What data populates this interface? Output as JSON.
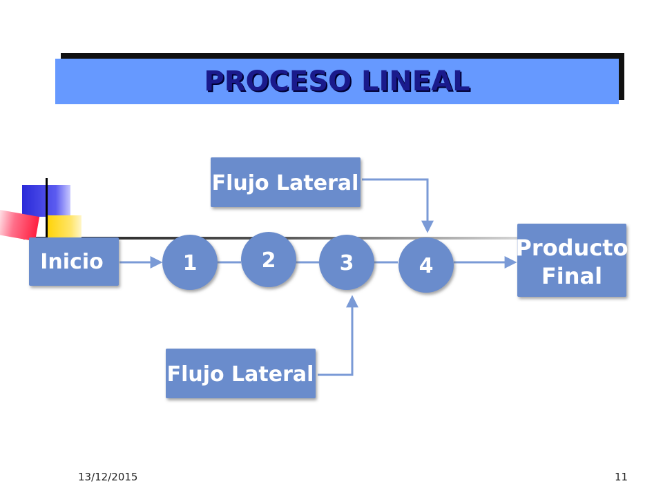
{
  "title": "PROCESO LINEAL",
  "nodes": {
    "inicio": "Inicio",
    "step1": "1",
    "step2": "2",
    "step3": "3",
    "step4": "4",
    "producto_line1": "Producto",
    "producto_line2": "Final",
    "lateral_top": "Flujo Lateral",
    "lateral_bottom": "Flujo Lateral"
  },
  "footer": {
    "date": "13/12/2015",
    "page": "11"
  },
  "colors": {
    "title_bg": "#6699ff",
    "title_text": "#1a1a8c",
    "node_fill": "#6a8ccc",
    "connector": "#7a9ad6"
  }
}
